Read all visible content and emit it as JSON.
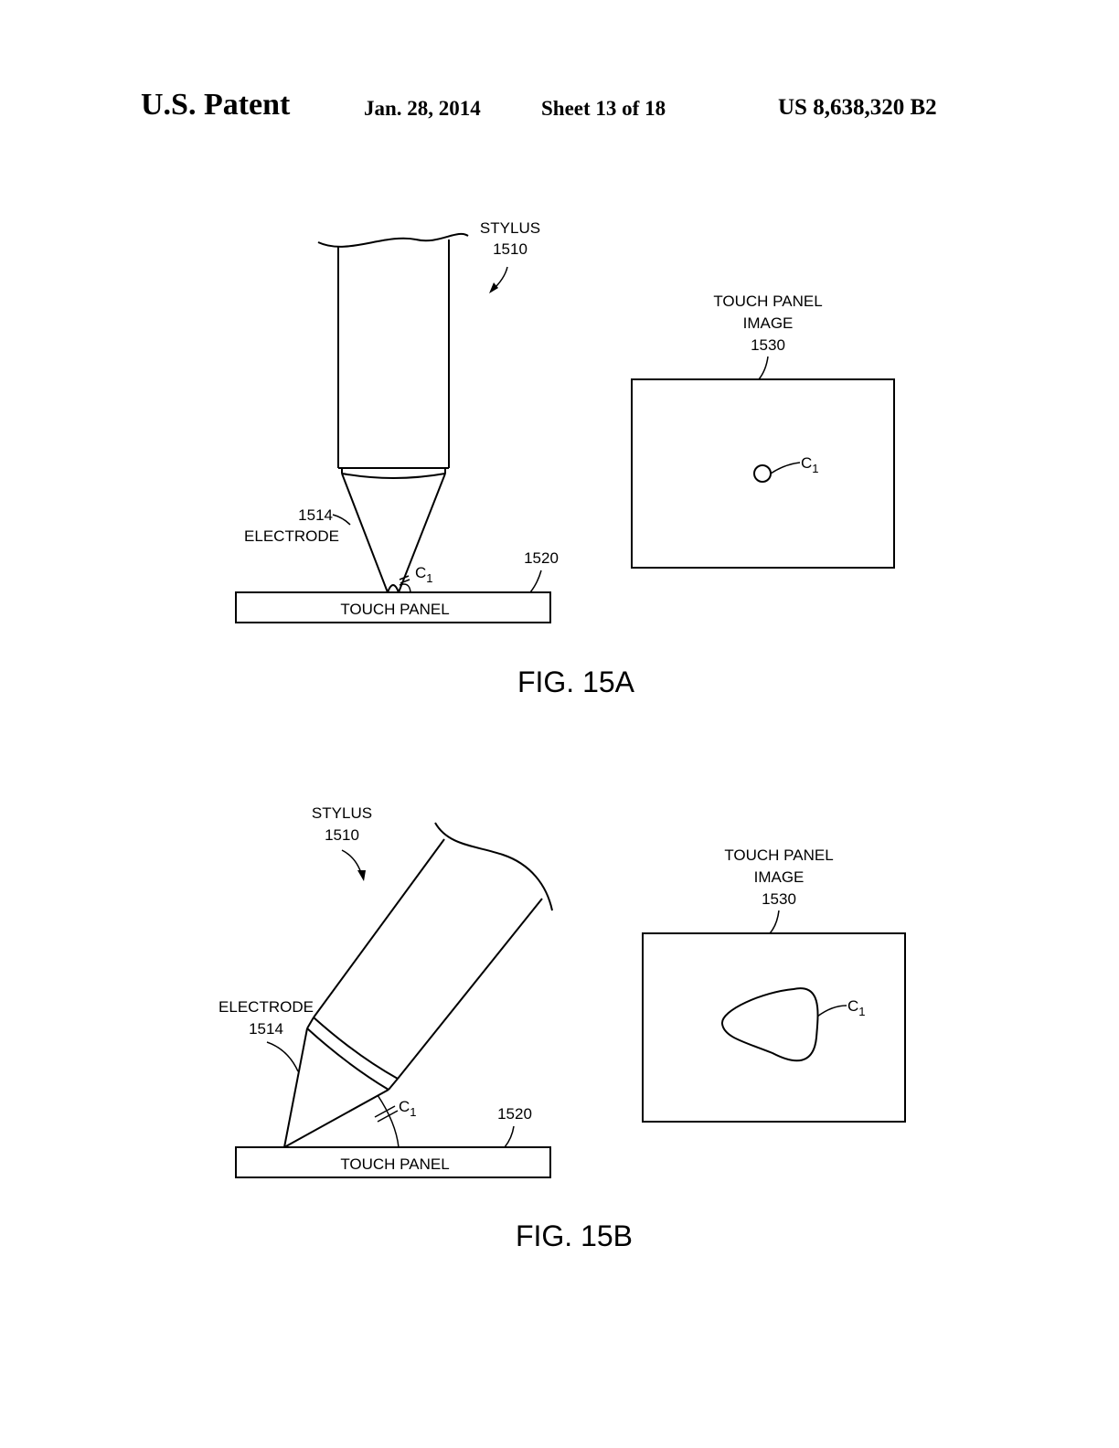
{
  "header": {
    "title": "U.S. Patent",
    "date": "Jan. 28, 2014",
    "sheet": "Sheet 13 of 18",
    "patent_number": "US 8,638,320 B2"
  },
  "fig15a": {
    "stylus_label": "STYLUS",
    "stylus_ref": "1510",
    "electrode_ref": "1514",
    "electrode_label": "ELECTRODE",
    "cap_label": "C",
    "cap_sub": "1",
    "panel_ref": "1520",
    "panel_label": "TOUCH PANEL",
    "image_label_line1": "TOUCH PANEL",
    "image_label_line2": "IMAGE",
    "image_ref": "1530",
    "image_cap_label": "C",
    "image_cap_sub": "1",
    "caption": "FIG. 15A"
  },
  "fig15b": {
    "stylus_label": "STYLUS",
    "stylus_ref": "1510",
    "electrode_label": "ELECTRODE",
    "electrode_ref": "1514",
    "cap_label": "C",
    "cap_sub": "1",
    "panel_ref": "1520",
    "panel_label": "TOUCH PANEL",
    "image_label_line1": "TOUCH PANEL",
    "image_label_line2": "IMAGE",
    "image_ref": "1530",
    "image_cap_label": "C",
    "image_cap_sub": "1",
    "caption": "FIG. 15B"
  }
}
